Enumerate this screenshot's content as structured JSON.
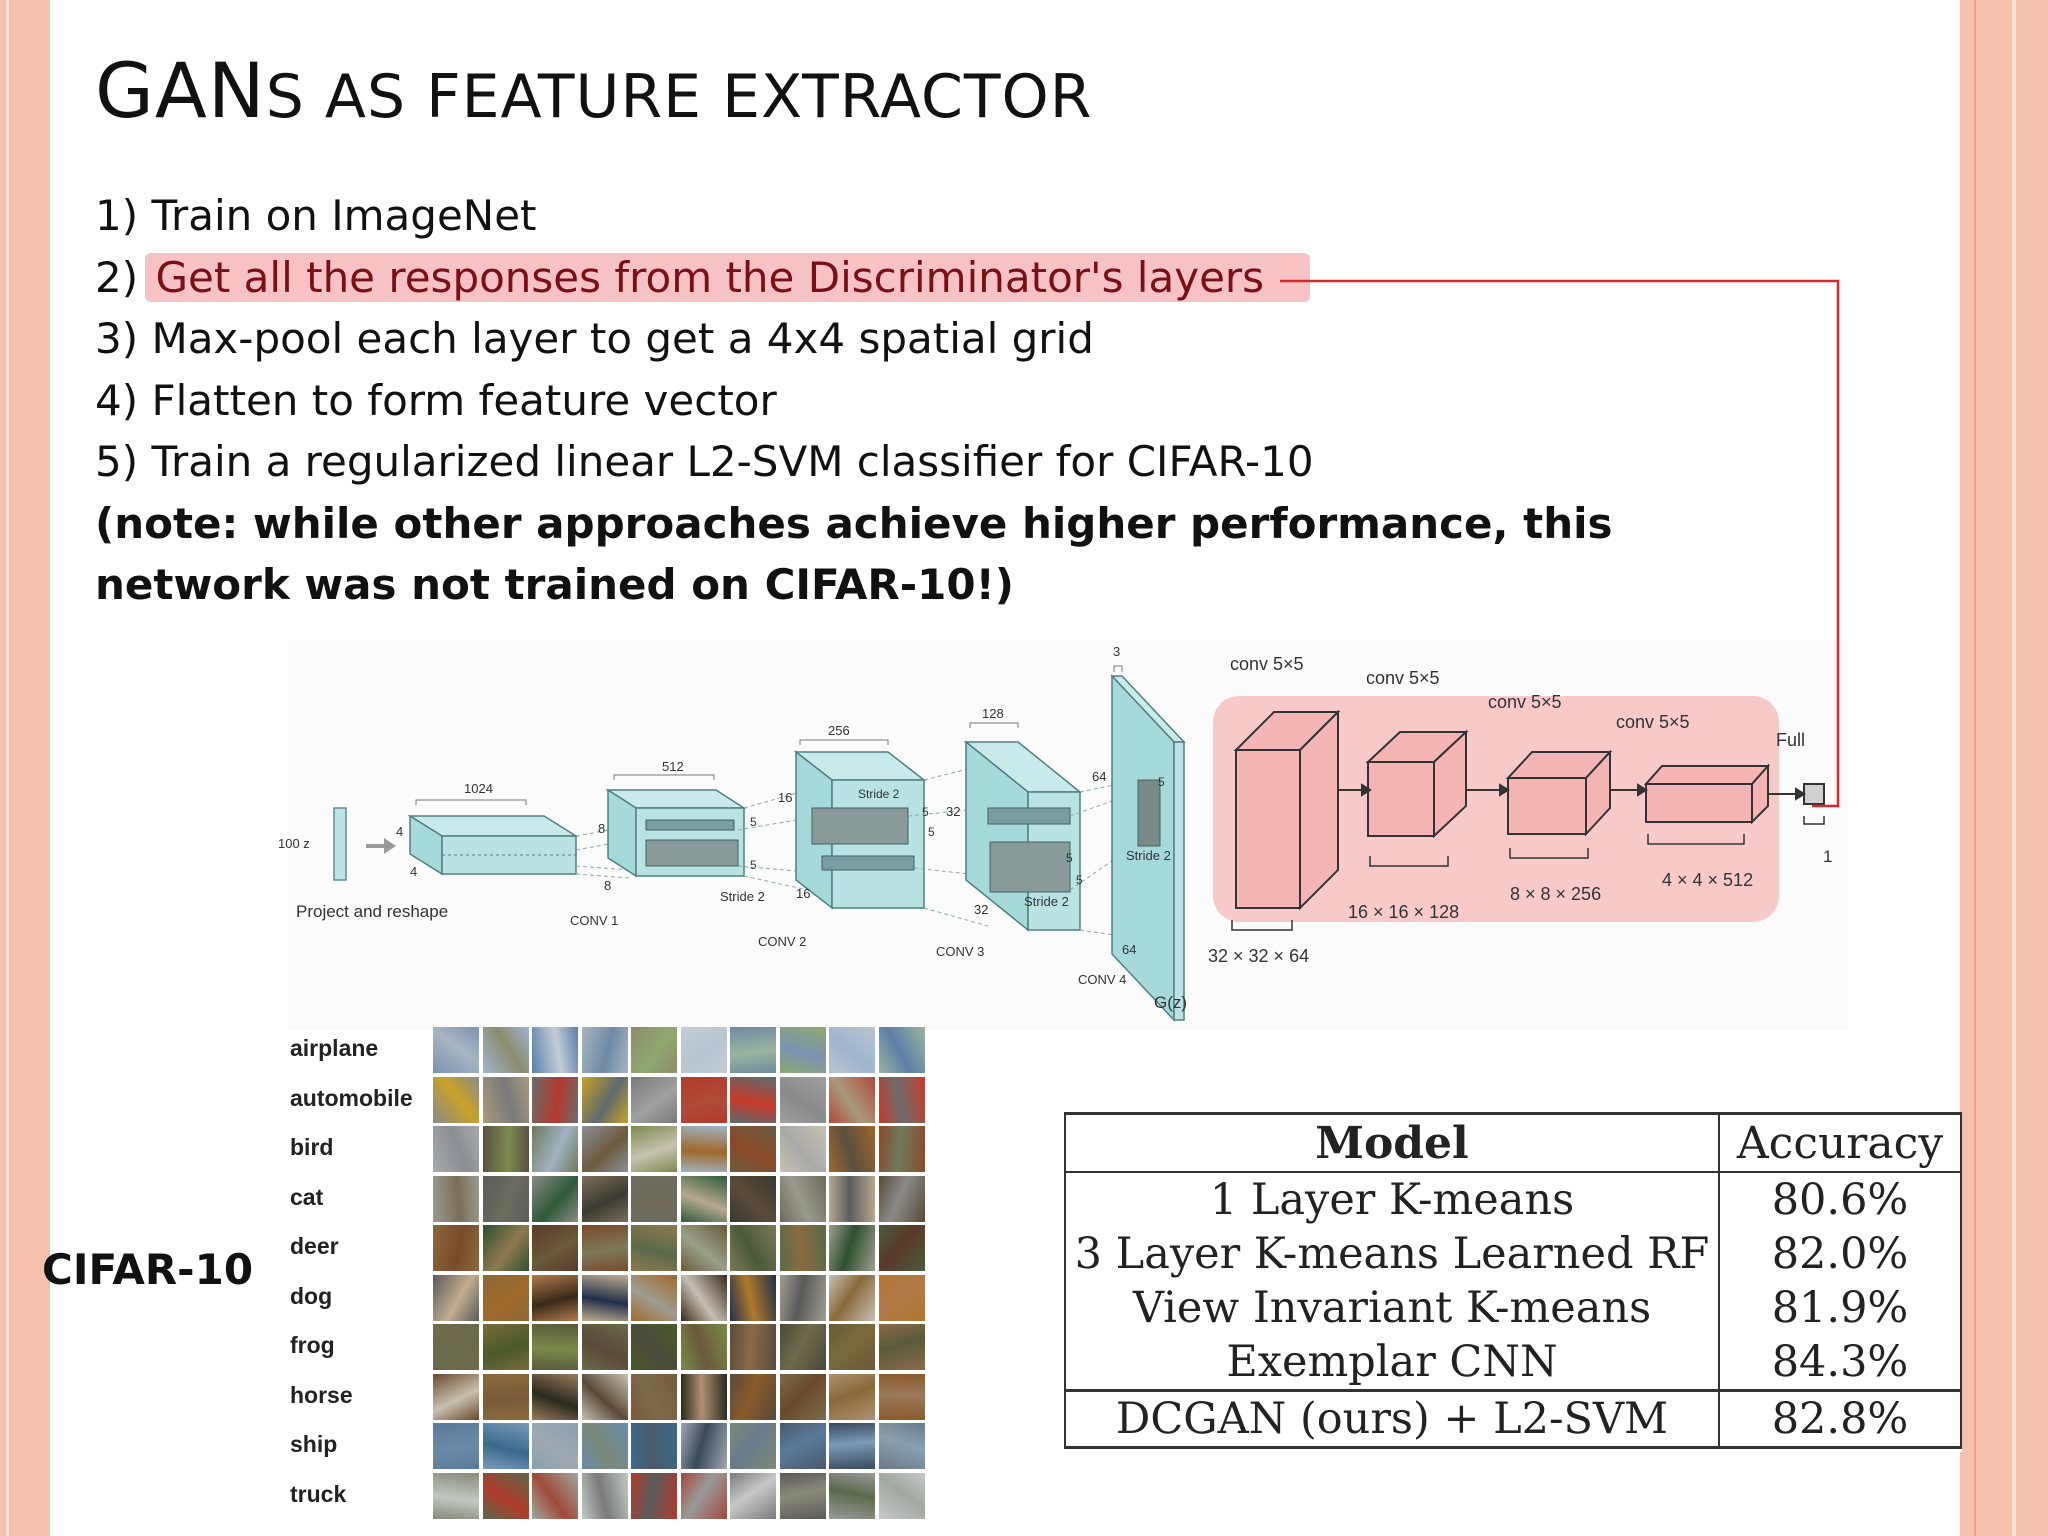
{
  "slide": {
    "title_big": "GAN",
    "title_small": "s as feature extractor",
    "steps": [
      "1) Train on ImageNet",
      "2) Get all the responses from the Discriminator's layers",
      "3) Max-pool each layer to get a 4x4 spatial grid",
      "4) Flatten to form feature vector",
      "5) Train a regularized linear L2-SVM classifier for CIFAR-10"
    ],
    "step2_prefix": "2) ",
    "step2_highlight": "Get all the responses from the Discriminator's layers",
    "note_line1": "(note: while other approaches achieve higher performance, this",
    "note_line2": "network was not trained on CIFAR-10!)",
    "highlight_color": "#f6c2c4",
    "connector_color": "#d42a2a"
  },
  "generator_diagram": {
    "z_label": "100 z",
    "project_label": "Project and reshape",
    "dims": {
      "d1024": "1024",
      "d512": "512",
      "d256": "256",
      "d128": "128",
      "d3": "3",
      "d4a": "4",
      "d4b": "4",
      "d8a": "8",
      "d8b": "8",
      "d16a": "16",
      "d16b": "16",
      "d32a": "32",
      "d32b": "32",
      "d64a": "64",
      "d64b": "64",
      "k5a": "5",
      "k5b": "5",
      "k5c": "5",
      "k5d": "5",
      "k5e": "5",
      "k5f": "5",
      "k5g": "5"
    },
    "stride": "Stride 2",
    "conv_labels": [
      "CONV 1",
      "CONV 2",
      "CONV 3",
      "CONV 4"
    ],
    "output_label": "G(z)"
  },
  "discriminator_diagram": {
    "conv_labels": [
      "conv 5×5",
      "conv 5×5",
      "conv 5×5",
      "conv 5×5"
    ],
    "full_label": "Full",
    "output_dim": "1",
    "sizes": [
      "32 × 32 × 64",
      "16 × 16 × 128",
      "8 × 8 × 256",
      "4 × 4 × 512"
    ],
    "fill_color": "#f8c9c9",
    "box_color": "#f6b5b5"
  },
  "cifar": {
    "title": "CIFAR-10",
    "classes": [
      "airplane",
      "automobile",
      "bird",
      "cat",
      "deer",
      "dog",
      "frog",
      "horse",
      "ship",
      "truck"
    ],
    "palettes": [
      [
        "#7b93b3",
        "#9fb6cf",
        "#5d7fa8",
        "#a9b5c2",
        "#8c8c6e",
        "#c4cdd6",
        "#6e8aa3",
        "#8fa86f",
        "#b8c4cf",
        "#9bb59e"
      ],
      [
        "#8a8a8a",
        "#a89b7c",
        "#6c6c6c",
        "#c9a227",
        "#7a7a7a",
        "#b33a2c",
        "#5e6a6e",
        "#a0a0a0",
        "#b04a3a",
        "#c83a2a"
      ],
      [
        "#a9a9a9",
        "#5a5040",
        "#6f7a5c",
        "#8a8f96",
        "#7c8a4e",
        "#9fb3c2",
        "#6d5a3f",
        "#c7c2b0",
        "#a0672c",
        "#8a4a2a"
      ],
      [
        "#9a9a8f",
        "#5c5c5c",
        "#8a8a86",
        "#7b6f5a",
        "#6b6b5f",
        "#2f5a3a",
        "#3a3a30",
        "#6f6a5a",
        "#b5a890",
        "#5a4a3a"
      ],
      [
        "#8a6a3e",
        "#2f4f2f",
        "#5a3a2a",
        "#7a4a2a",
        "#8f7a50",
        "#6a5a3a",
        "#7c7a5a",
        "#5a6a4a",
        "#9aa08a",
        "#4a5a3a"
      ],
      [
        "#5a5a5a",
        "#8a6a3a",
        "#b07a4a",
        "#c2ad8f",
        "#a06a2a",
        "#3a2a1a",
        "#20304a",
        "#a09c90",
        "#c6c0b4",
        "#b0782c"
      ],
      [
        "#6f6a4a",
        "#7a6a3a",
        "#5a5a3a",
        "#6a6a4a",
        "#4a5a2a",
        "#7a8a4a",
        "#5a4a3a",
        "#4a4a3a",
        "#6a5a3a",
        "#8a6a4a"
      ],
      [
        "#6a4a2a",
        "#8a6a3a",
        "#9a7a5a",
        "#c8c0b0",
        "#7a5a3a",
        "#2a2a20",
        "#5a4a3a",
        "#7a6a4a",
        "#b09070",
        "#8a5a2a"
      ],
      [
        "#5a7a9a",
        "#7a9aba",
        "#8aa0b0",
        "#6a8aa8",
        "#3a6a8a",
        "#a0a8b0",
        "#7a8a7a",
        "#4a5a6a",
        "#3a4a5a",
        "#6a7a8a"
      ],
      [
        "#8a8a7a",
        "#5a6a4a",
        "#a0a8a0",
        "#c0c8c0",
        "#b03a2a",
        "#a04a3a",
        "#7a7a7a",
        "#5a5a5a",
        "#9a9a9a",
        "#c8c8c8"
      ]
    ]
  },
  "results_table": {
    "headers": {
      "model": "Model",
      "accuracy": "Accuracy"
    },
    "rows": [
      {
        "model": "1 Layer K-means",
        "accuracy": "80.6%"
      },
      {
        "model": "3 Layer K-means Learned RF",
        "accuracy": "82.0%"
      },
      {
        "model": "View Invariant K-means",
        "accuracy": "81.9%"
      },
      {
        "model": "Exemplar CNN",
        "accuracy": "84.3%"
      }
    ],
    "ours": {
      "model": "DCGAN (ours) + L2-SVM",
      "accuracy": "82.8%"
    }
  }
}
